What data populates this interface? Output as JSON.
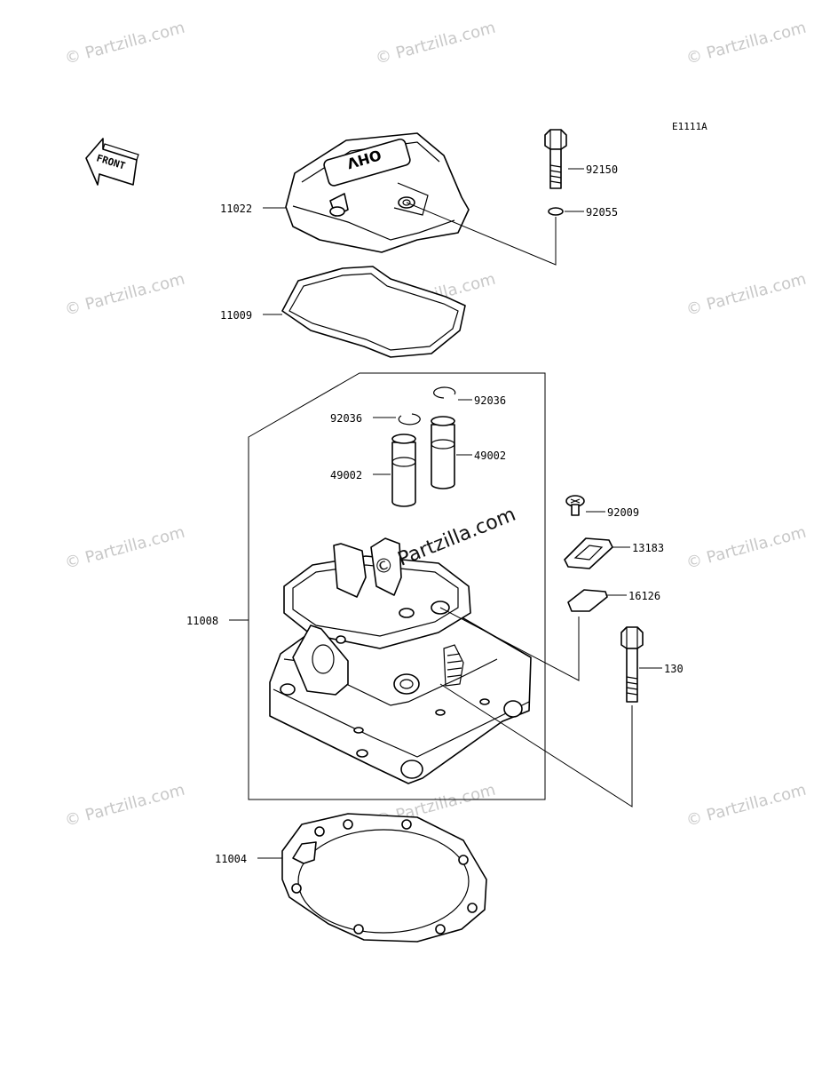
{
  "diagram_code": "E1111A",
  "front_label": "FRONT",
  "cover_text": "OHV",
  "watermark": "© Partzilla.com",
  "center_watermark": "© Partzilla.com",
  "callouts": {
    "p92150": "92150",
    "p92055": "92055",
    "p11022": "11022",
    "p11009": "11009",
    "p92036a": "92036",
    "p92036b": "92036",
    "p49002a": "49002",
    "p49002b": "49002",
    "p92009": "92009",
    "p13183": "13183",
    "p16126": "16126",
    "p11008": "11008",
    "p130": "130",
    "p11004": "11004"
  },
  "colors": {
    "line": "#000000",
    "watermark": "#c8c8c8",
    "background": "#ffffff"
  }
}
